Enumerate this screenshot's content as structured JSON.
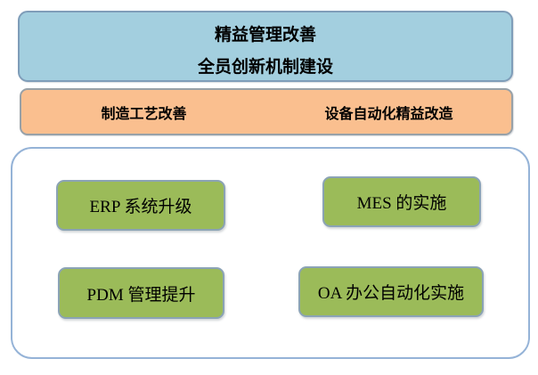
{
  "diagram": {
    "top_banner": {
      "line1": "精益管理改善",
      "line2": "全员创新机制建设",
      "fill_color": "#a3cfdf",
      "border_color": "#7f9db9"
    },
    "middle_banner": {
      "items": [
        "制造工艺改善",
        "设备自动化精益改造"
      ],
      "fill_color": "#fabf8f",
      "border_color": "#98a1a8"
    },
    "container": {
      "border_color": "#95b3d7",
      "box_fill_color": "#9bbb59",
      "box_border_color": "#8ba3b5",
      "boxes": [
        {
          "label": "ERP 系统升级"
        },
        {
          "label": "MES 的实施"
        },
        {
          "label": "PDM 管理提升"
        },
        {
          "label": "OA 办公自动化实施"
        }
      ]
    }
  }
}
